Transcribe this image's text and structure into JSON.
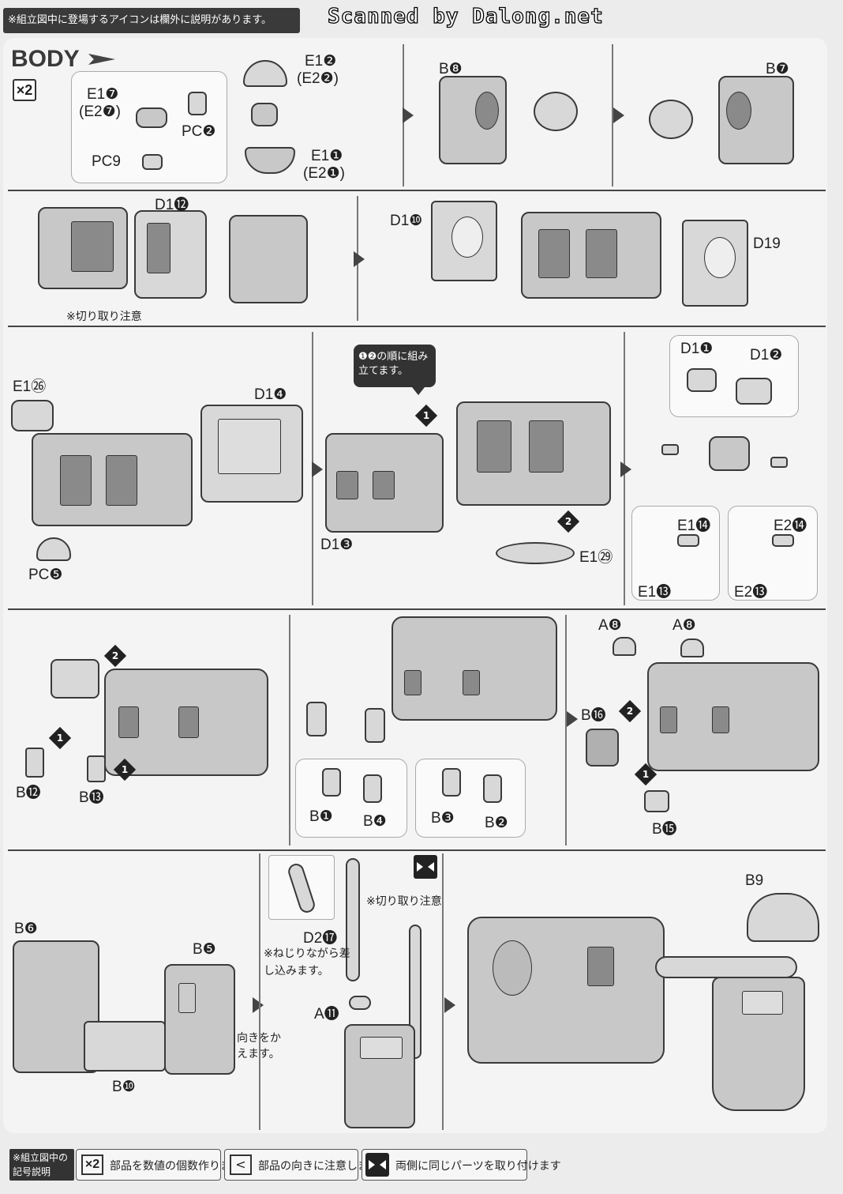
{
  "header": {
    "note": "※組立図中に登場するアイコンは欄外に説明があります。",
    "scan_credit": "Scanned by Dalong.net"
  },
  "section": {
    "title": "BODY",
    "quantity": "×2"
  },
  "step1": {
    "e1_7": "E1❼",
    "e2_7": "(E2❼)",
    "pc2": "PC❷",
    "pc9": "PC9",
    "e1_2": "E1❷",
    "e2_2": "(E2❷)",
    "e1_1": "E1❶",
    "e2_1": "(E2❶)",
    "b8": "B❽",
    "b7": "B❼"
  },
  "step2": {
    "d1_12": "D1⓬",
    "cut_note": "※切り取り注意",
    "d1_10": "D1❿",
    "d1_9": "D19"
  },
  "step3": {
    "e1_26": "E1㉖",
    "d1_4": "D1❹",
    "pc5": "PC❺",
    "bubble": "❶❷の順に組み立てます。",
    "d1_3": "D1❸",
    "e1_29": "E1㉙",
    "d1_1": "D1❶",
    "d1_2": "D1❷",
    "e1_14": "E1⓮",
    "e1_13": "E1⓭",
    "e2_14": "E2⓮",
    "e2_13": "E2⓭"
  },
  "step4": {
    "b12": "B⓬",
    "b13": "B⓭",
    "b1": "B❶",
    "b4": "B❹",
    "b3": "B❸",
    "b2": "B❷",
    "a8_left": "A❽",
    "a8_right": "A❽",
    "b16": "B⓰",
    "b15": "B⓯"
  },
  "step5": {
    "b6": "B❻",
    "b5": "B❺",
    "b10": "B❿",
    "turn_note": "向きをかえます。",
    "cut_note": "※切り取り注意",
    "d2_17": "D2⓱",
    "twist_note": "※ねじりながら差し込みます。",
    "a11": "A⓫",
    "b9": "B9"
  },
  "legend": {
    "tag": "※組立図中の記号説明",
    "qty_icon": "×2",
    "qty_text": "部品を数値の個数作ります",
    "dir_icon": "<",
    "dir_text": "部品の向きに注意します",
    "both_text": "両側に同じパーツを取り付けます"
  },
  "colors": {
    "part_fill": "#c8c8c8",
    "outline": "#3a3a3a",
    "paper": "#f4f4f4"
  }
}
